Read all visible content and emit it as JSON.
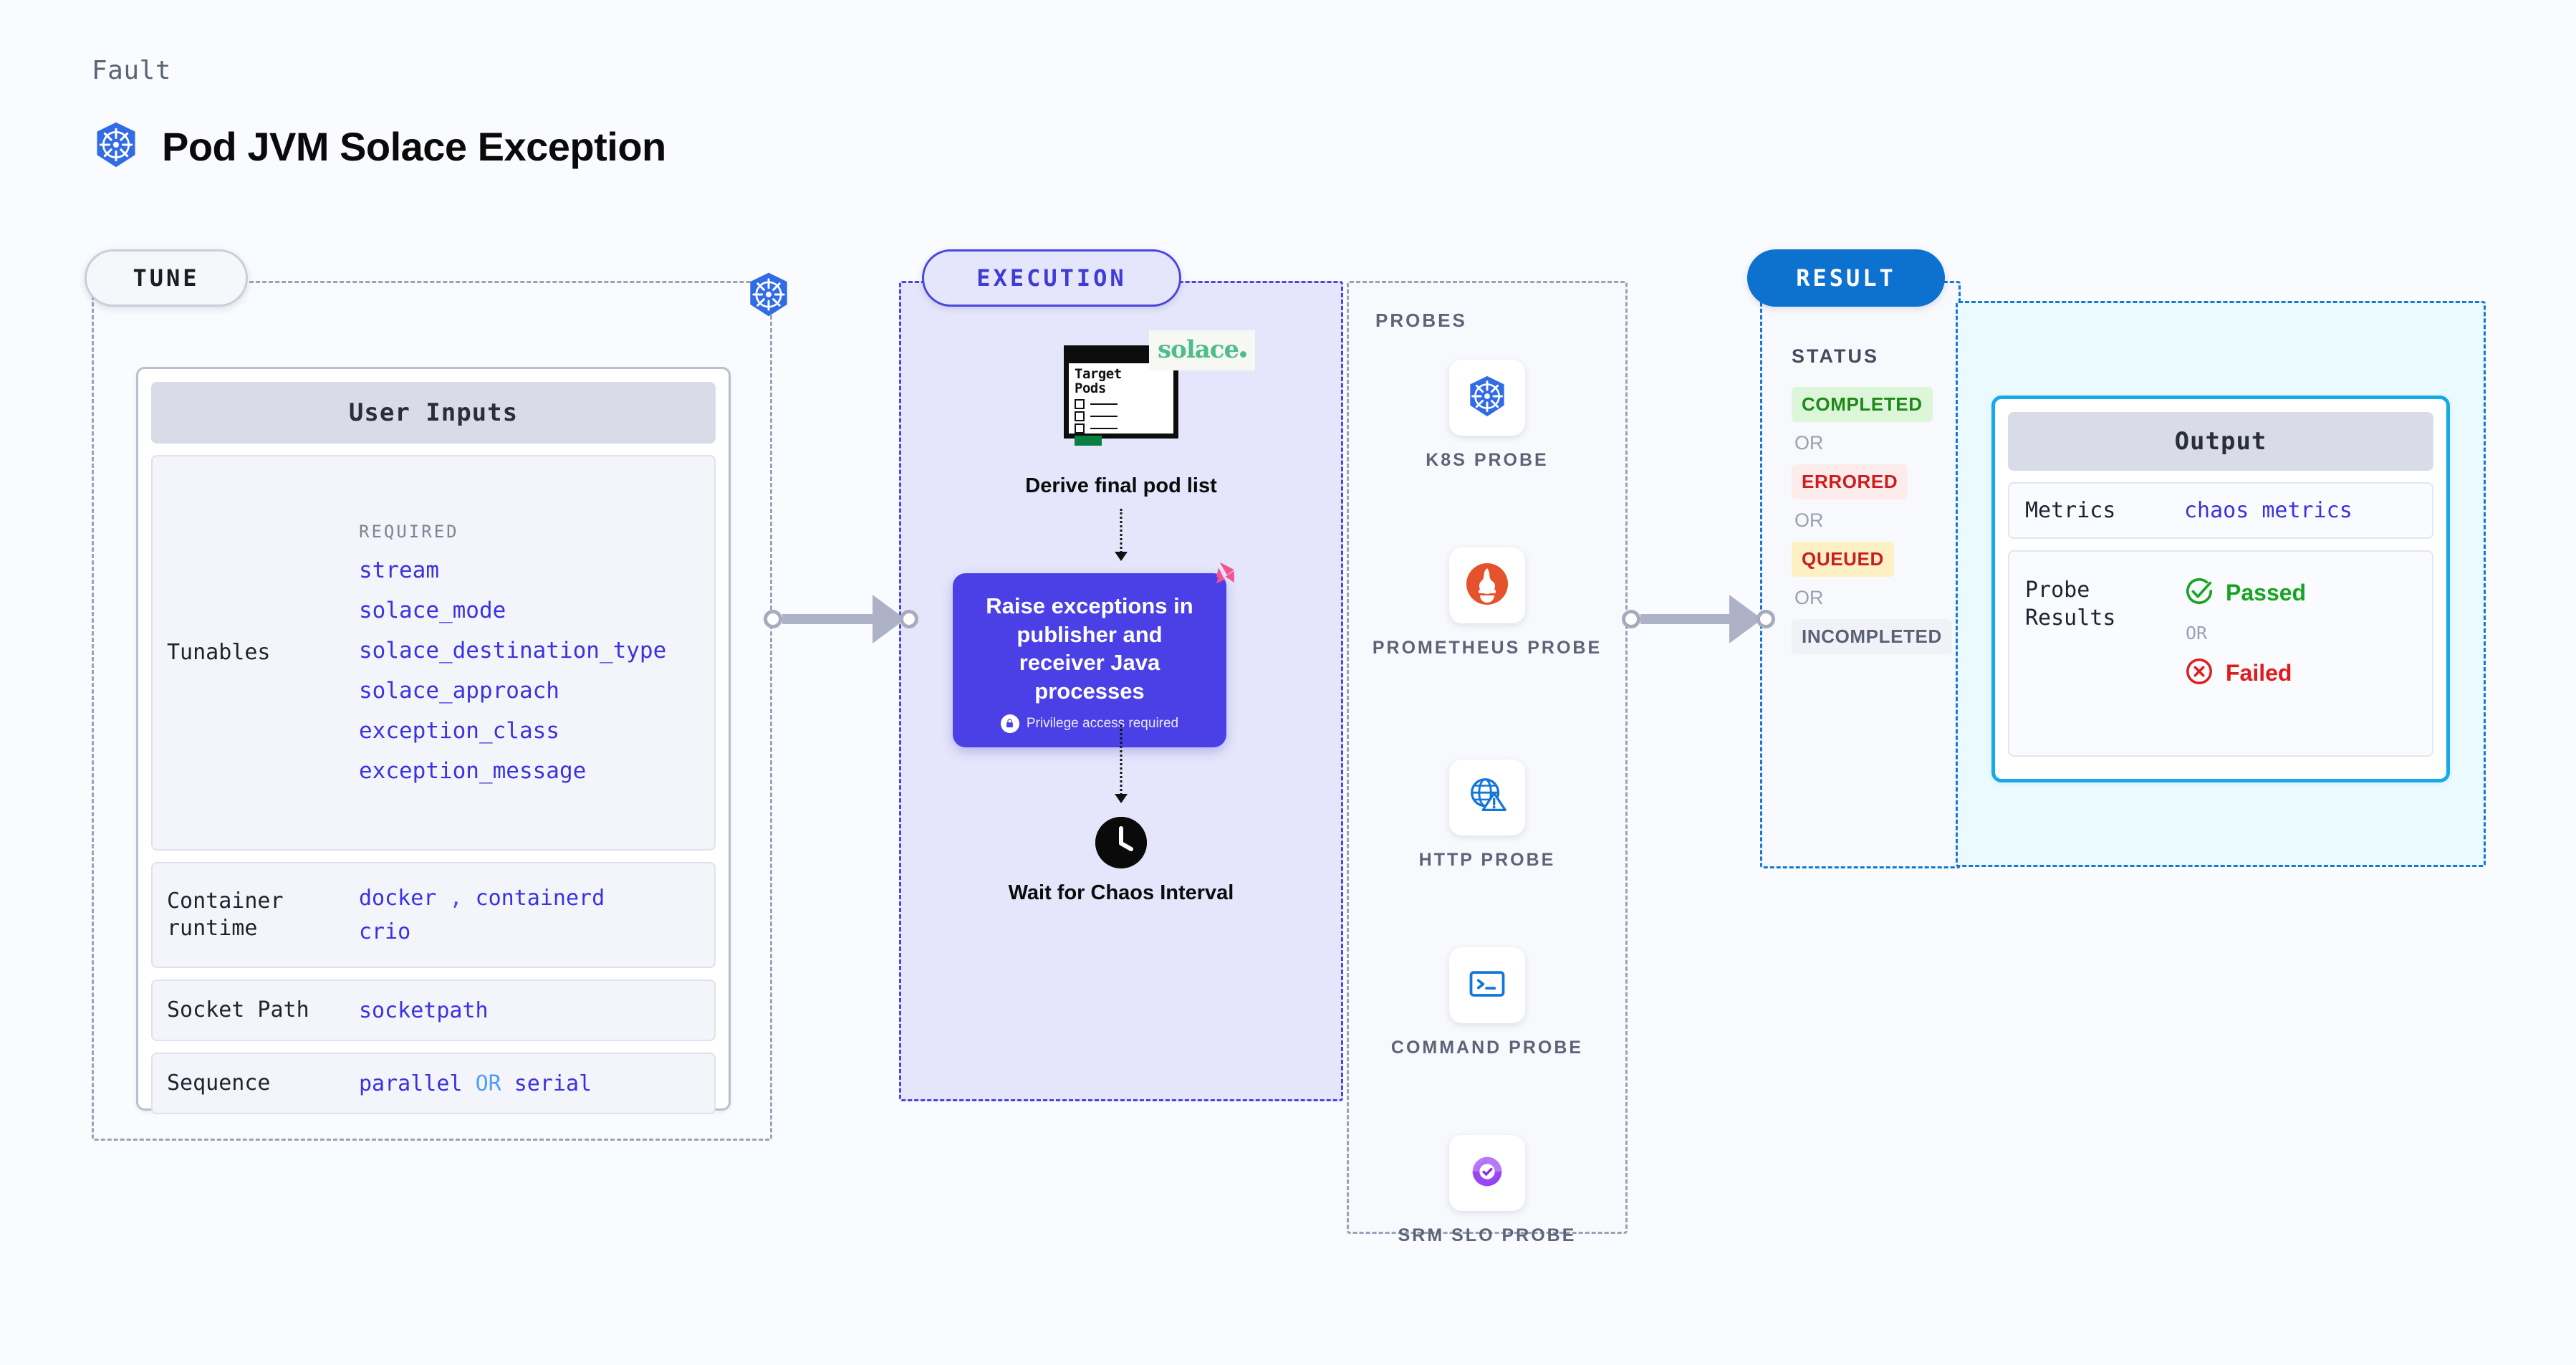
{
  "header": {
    "eyebrow": "Fault",
    "title": "Pod JVM Solace Exception",
    "icon": "kubernetes-icon"
  },
  "colors": {
    "background": "#fafbfe",
    "tune_border": "#9aa2b6",
    "execution_border": "#4a46e0",
    "execution_fill": "#e5e6fb",
    "result_border": "#1478d4",
    "result_pill": "#0d72cf",
    "output_border": "#16a9e8",
    "output_fill": "#eafaff",
    "tunable_value": "#3a32e0",
    "action_box": "#4a40e6",
    "litmus_pink": "#f5538f",
    "solace_green": "#4fbd8b"
  },
  "tune": {
    "pill_label": "TUNE",
    "header_icon": "kubernetes-icon",
    "card_title": "User Inputs",
    "rows": [
      {
        "label": "Tunables",
        "required_caption": "REQUIRED",
        "values": [
          "stream",
          "solace_mode",
          "solace_destination_type",
          "solace_approach",
          "exception_class",
          "exception_message"
        ]
      },
      {
        "label": "Container runtime",
        "values_line1": [
          "docker",
          ",",
          "containerd"
        ],
        "values_line2": [
          "crio"
        ]
      },
      {
        "label": "Socket Path",
        "values": [
          "socketpath"
        ]
      },
      {
        "label": "Sequence",
        "value_a": "parallel",
        "separator": "OR",
        "value_b": "serial"
      }
    ]
  },
  "execution": {
    "pill_label": "EXECUTION",
    "pods_card": {
      "title_line1": "Target",
      "title_line2": "Pods",
      "badge_text": "solace",
      "badge_icon": "solace-dot-icon"
    },
    "steps": [
      {
        "caption": "Derive final pod list"
      },
      {
        "caption": "Raise exceptions in publisher and receiver Java processes",
        "sub_caption": "Privilege access required",
        "sub_icon": "lock-icon",
        "corner_icon": "litmuschaos-icon"
      },
      {
        "caption": "Wait for Chaos Interval",
        "icon": "clock-icon"
      }
    ]
  },
  "probes": {
    "section_label": "PROBES",
    "items": [
      {
        "name": "K8S PROBE",
        "icon": "kubernetes-icon"
      },
      {
        "name": "PROMETHEUS PROBE",
        "icon": "prometheus-icon"
      },
      {
        "name": "HTTP PROBE",
        "icon": "globe-warning-icon"
      },
      {
        "name": "COMMAND PROBE",
        "icon": "terminal-icon"
      },
      {
        "name": "SRM SLO PROBE",
        "icon": "srm-slo-donut-icon"
      }
    ]
  },
  "result": {
    "pill_label": "RESULT",
    "status_label": "STATUS",
    "or_label": "OR",
    "statuses": [
      {
        "label": "COMPLETED",
        "bg": "#ddf5d8",
        "fg": "#1d8a17"
      },
      {
        "label": "ERRORED",
        "bg": "#fdecec",
        "fg": "#cf1b1b"
      },
      {
        "label": "QUEUED",
        "bg": "#fdf0c4",
        "fg": "#c91f1f"
      },
      {
        "label": "INCOMPLETED",
        "bg": "#f1f2f7",
        "fg": "#5a6175"
      }
    ]
  },
  "output": {
    "card_title": "Output",
    "rows": [
      {
        "label": "Metrics",
        "value": "chaos metrics"
      },
      {
        "label": "Probe Results",
        "pass_label": "Passed",
        "pass_icon": "check-circle-icon",
        "or_label": "OR",
        "fail_label": "Failed",
        "fail_icon": "x-circle-icon"
      }
    ]
  }
}
